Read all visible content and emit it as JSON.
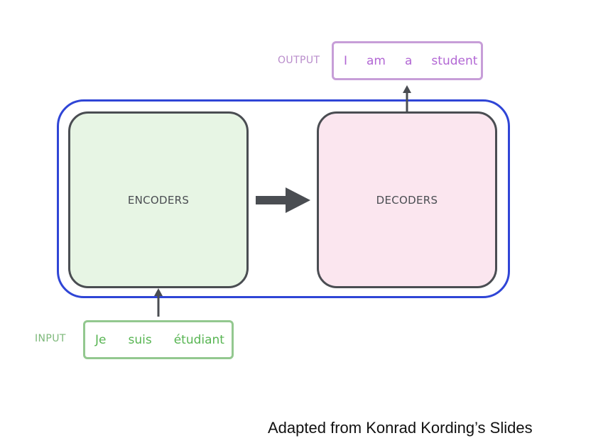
{
  "diagram": {
    "encoders_label": "ENCODERS",
    "decoders_label": "DECODERS",
    "output_tag": "OUTPUT",
    "output_words": [
      "I",
      "am",
      "a",
      "student"
    ],
    "input_tag": "INPUT",
    "input_words": [
      "Je",
      "suis",
      "étudiant"
    ]
  },
  "caption": "Adapted from Konrad Kording’s Slides",
  "colors": {
    "container_border": "#2f45d6",
    "block_border": "#4a4d52",
    "encoder_fill": "#e7f5e4",
    "decoder_fill": "#fbe6ef",
    "output_color": "#b267d4",
    "input_color": "#58b553"
  }
}
